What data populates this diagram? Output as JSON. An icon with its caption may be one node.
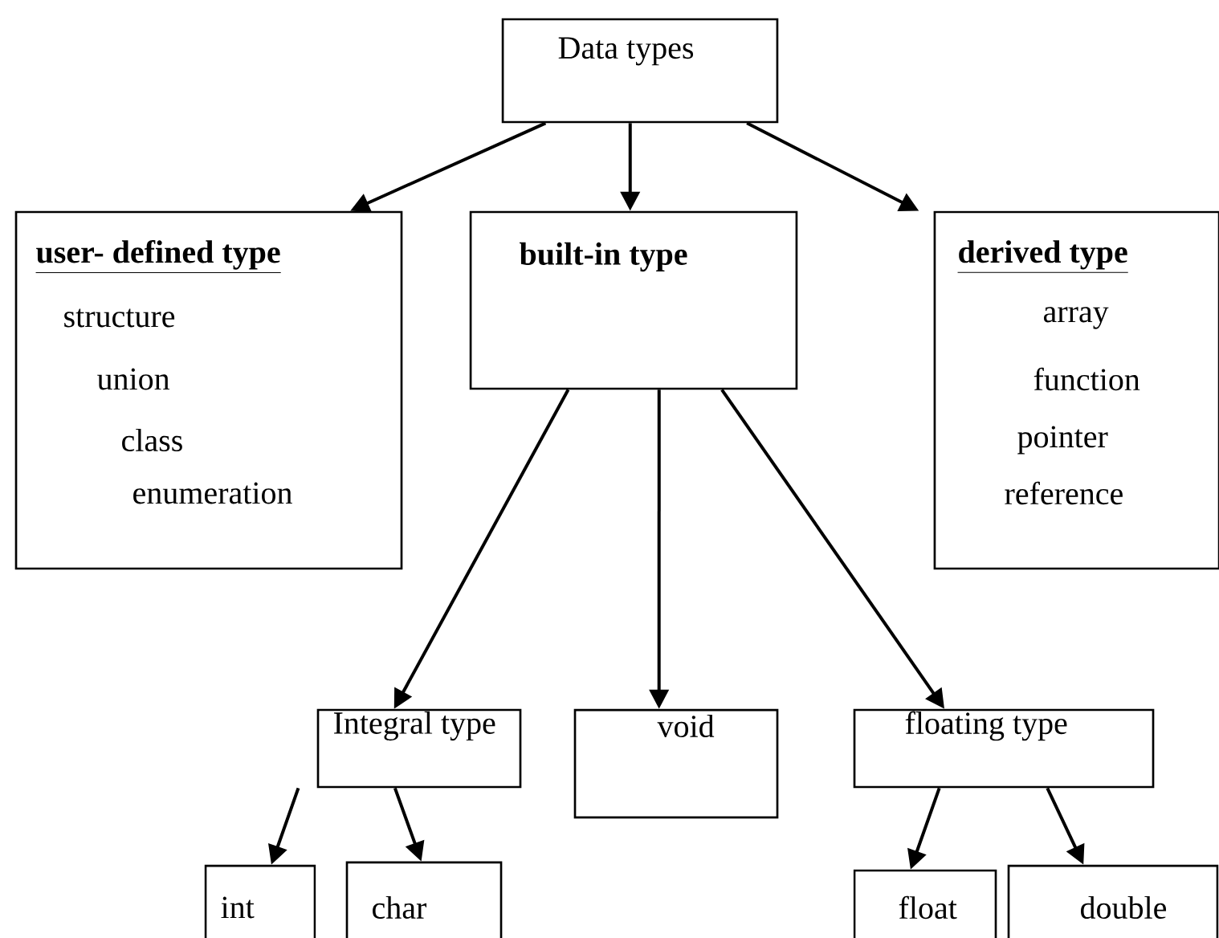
{
  "diagram": {
    "nodes": [
      {
        "text": [
          "Data types"
        ]
      },
      {
        "text": [
          "user- defined type",
          "structure",
          "union",
          "class",
          "enumeration"
        ]
      },
      {
        "text": [
          "built-in type"
        ]
      },
      {
        "text": [
          "derived type",
          "array",
          "function",
          "pointer",
          "reference"
        ]
      },
      {
        "text": [
          "Integral type"
        ]
      },
      {
        "text": [
          "void"
        ]
      },
      {
        "text": [
          "floating type"
        ]
      },
      {
        "text": [
          "int"
        ]
      },
      {
        "text": [
          "char"
        ]
      },
      {
        "text": [
          "float"
        ]
      },
      {
        "text": [
          "double"
        ]
      }
    ],
    "edges": [
      {
        "from": 0,
        "to": 1,
        "arrow": "to"
      },
      {
        "from": 0,
        "to": 2,
        "arrow": "to"
      },
      {
        "from": 0,
        "to": 3,
        "arrow": "to"
      },
      {
        "from": 2,
        "to": 4,
        "arrow": "to"
      },
      {
        "from": 2,
        "to": 5,
        "arrow": "to"
      },
      {
        "from": 2,
        "to": 6,
        "arrow": "to"
      },
      {
        "from": 4,
        "to": 7,
        "arrow": "to"
      },
      {
        "from": 4,
        "to": 8,
        "arrow": "to"
      },
      {
        "from": 6,
        "to": 9,
        "arrow": "to"
      },
      {
        "from": 6,
        "to": 10,
        "arrow": "to"
      }
    ]
  }
}
